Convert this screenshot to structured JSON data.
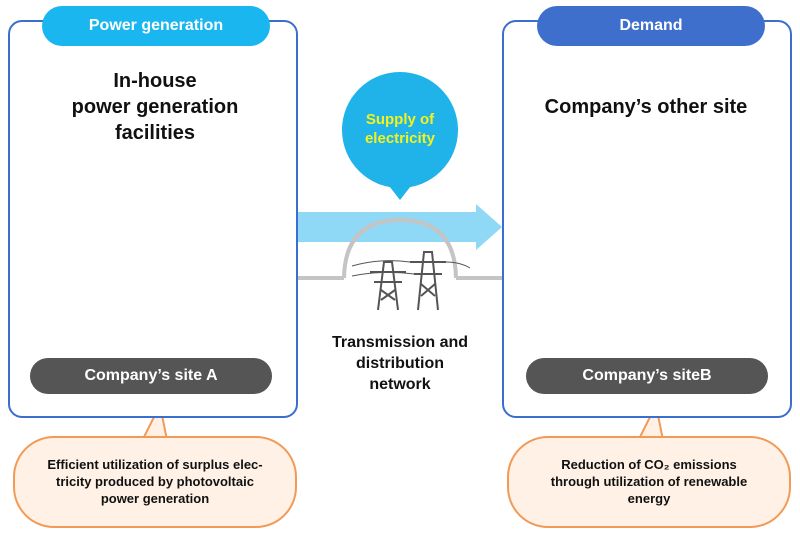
{
  "left_panel": {
    "tab_label": "Power generation",
    "title_lines": [
      "In-house",
      "power generation",
      "facilities"
    ],
    "site_label": "Company’s site A",
    "callout_lines": [
      "Efficient utilization of surplus elec-",
      "tricity produced by photovoltaic",
      "power generation"
    ]
  },
  "right_panel": {
    "tab_label": "Demand",
    "title": "Company’s other site",
    "site_label": "Company’s siteB",
    "callout_lines": [
      "Reduction of CO₂ emissions",
      "through utilization of renewable",
      "energy"
    ]
  },
  "supply_bubble": {
    "lines": [
      "Supply of",
      "electricity"
    ]
  },
  "network": {
    "lines": [
      "Transmission and",
      "distribution",
      "network"
    ]
  },
  "colors": {
    "panel_border": "#3a6fcf",
    "left_tab": "#19b6ef",
    "right_tab": "#3f6fcd",
    "supply_bubble": "#1fb3ea",
    "supply_text": "#f4f21a",
    "site_pill": "#555555",
    "callout_fill": "#fff1e6",
    "callout_border": "#f29a55",
    "arrow_blue": "#8fd8f6",
    "arrow_gray": "#c4c4c4",
    "icon_gray": "#5e5e5e"
  },
  "icons": [
    "solar-panel-icon",
    "sun-icon",
    "generator-icon",
    "battery-icon",
    "factory-icon",
    "transmission-tower-icon",
    "office-building-icon"
  ]
}
